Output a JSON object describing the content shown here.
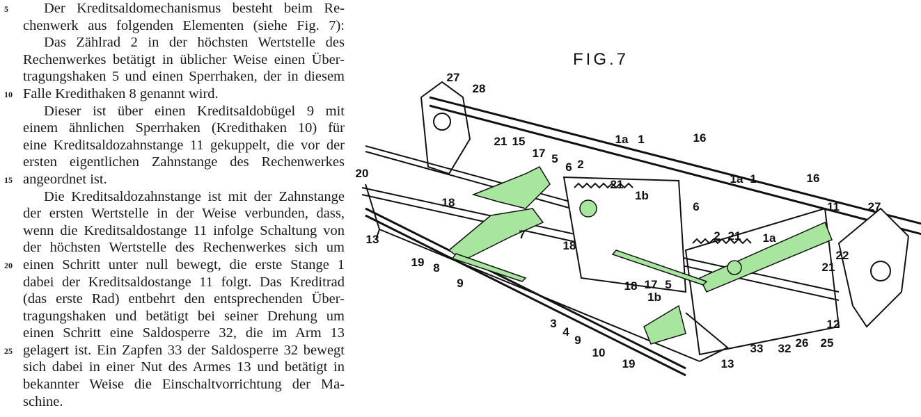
{
  "lines": [
    {
      "num": "5",
      "text": "Der Kreditsaldomechanismus besteht beim Re-",
      "indent": true,
      "last": false
    },
    {
      "num": "",
      "text": "chenwerk aus folgenden Elementen (siehe Fig. 7):",
      "indent": false,
      "last": false
    },
    {
      "num": "",
      "text": "Das Zählrad 2 in der höchsten Wertstelle des",
      "indent": true,
      "last": false
    },
    {
      "num": "",
      "text": "Rechenwerkes betätigt in üblicher Weise einen Über-",
      "indent": false,
      "last": false
    },
    {
      "num": "",
      "text": "tragungshaken 5 und einen Sperrhaken, der in diesem",
      "indent": false,
      "last": false
    },
    {
      "num": "10",
      "text": "Falle Kredithaken 8 genannt wird.",
      "indent": false,
      "last": true
    },
    {
      "num": "",
      "text": "Dieser ist über einen Kreditsaldobügel 9 mit",
      "indent": true,
      "last": false
    },
    {
      "num": "",
      "text": "einem ähnlichen Sperrhaken (Kredithaken 10) für",
      "indent": false,
      "last": false
    },
    {
      "num": "",
      "text": "eine Kreditsaldozahnstange 11 gekuppelt, die vor der",
      "indent": false,
      "last": false
    },
    {
      "num": "",
      "text": "ersten eigentlichen Zahnstange des Rechenwerkes",
      "indent": false,
      "last": false
    },
    {
      "num": "15",
      "text": "angeordnet ist.",
      "indent": false,
      "last": true
    },
    {
      "num": "",
      "text": "Die Kreditsaldozahnstange ist mit der Zahnstange",
      "indent": true,
      "last": false
    },
    {
      "num": "",
      "text": "der ersten Wertstelle in der Weise verbunden, dass,",
      "indent": false,
      "last": false
    },
    {
      "num": "",
      "text": "wenn die Kreditsaldostange 11 infolge Schaltung von",
      "indent": false,
      "last": false
    },
    {
      "num": "",
      "text": "der höchsten Wertstelle des Rechenwerkes sich um",
      "indent": false,
      "last": false
    },
    {
      "num": "20",
      "text": "einen Schritt unter null bewegt, die erste Stange 1",
      "indent": false,
      "last": false
    },
    {
      "num": "",
      "text": "dabei der Kreditsaldostange 11 folgt. Das Kreditrad",
      "indent": false,
      "last": false
    },
    {
      "num": "",
      "text": "(das erste Rad) entbehrt den entsprechenden Über-",
      "indent": false,
      "last": false
    },
    {
      "num": "",
      "text": "tragungshaken und betätigt bei seiner Drehung um",
      "indent": false,
      "last": false
    },
    {
      "num": "",
      "text": "einen Schritt eine Saldosperre 32, die im Arm 13",
      "indent": false,
      "last": false
    },
    {
      "num": "25",
      "text": "gelagert ist. Ein Zapfen 33 der Saldosperre 32 bewegt",
      "indent": false,
      "last": false
    },
    {
      "num": "",
      "text": "sich dabei in einer Nut des Armes 13 und betätigt in",
      "indent": false,
      "last": false
    },
    {
      "num": "",
      "text": "bekannter Weise die Einschaltvorrichtung der Ma-",
      "indent": false,
      "last": false
    },
    {
      "num": "",
      "text": "schine.",
      "indent": false,
      "last": true
    }
  ],
  "figure": {
    "title": "FIG.7",
    "highlight_color": "#a8e6a0",
    "labels": [
      "27",
      "28",
      "16",
      "1a",
      "1",
      "21",
      "15",
      "17",
      "5",
      "6",
      "2",
      "20",
      "1a",
      "1",
      "16",
      "11",
      "27",
      "21",
      "1b",
      "6",
      "18",
      "13",
      "7",
      "2",
      "21",
      "1a",
      "22",
      "18",
      "19",
      "8",
      "9",
      "21",
      "18",
      "17",
      "5",
      "1b",
      "3",
      "4",
      "9",
      "12",
      "10",
      "33",
      "32",
      "26",
      "25",
      "19",
      "13"
    ]
  }
}
